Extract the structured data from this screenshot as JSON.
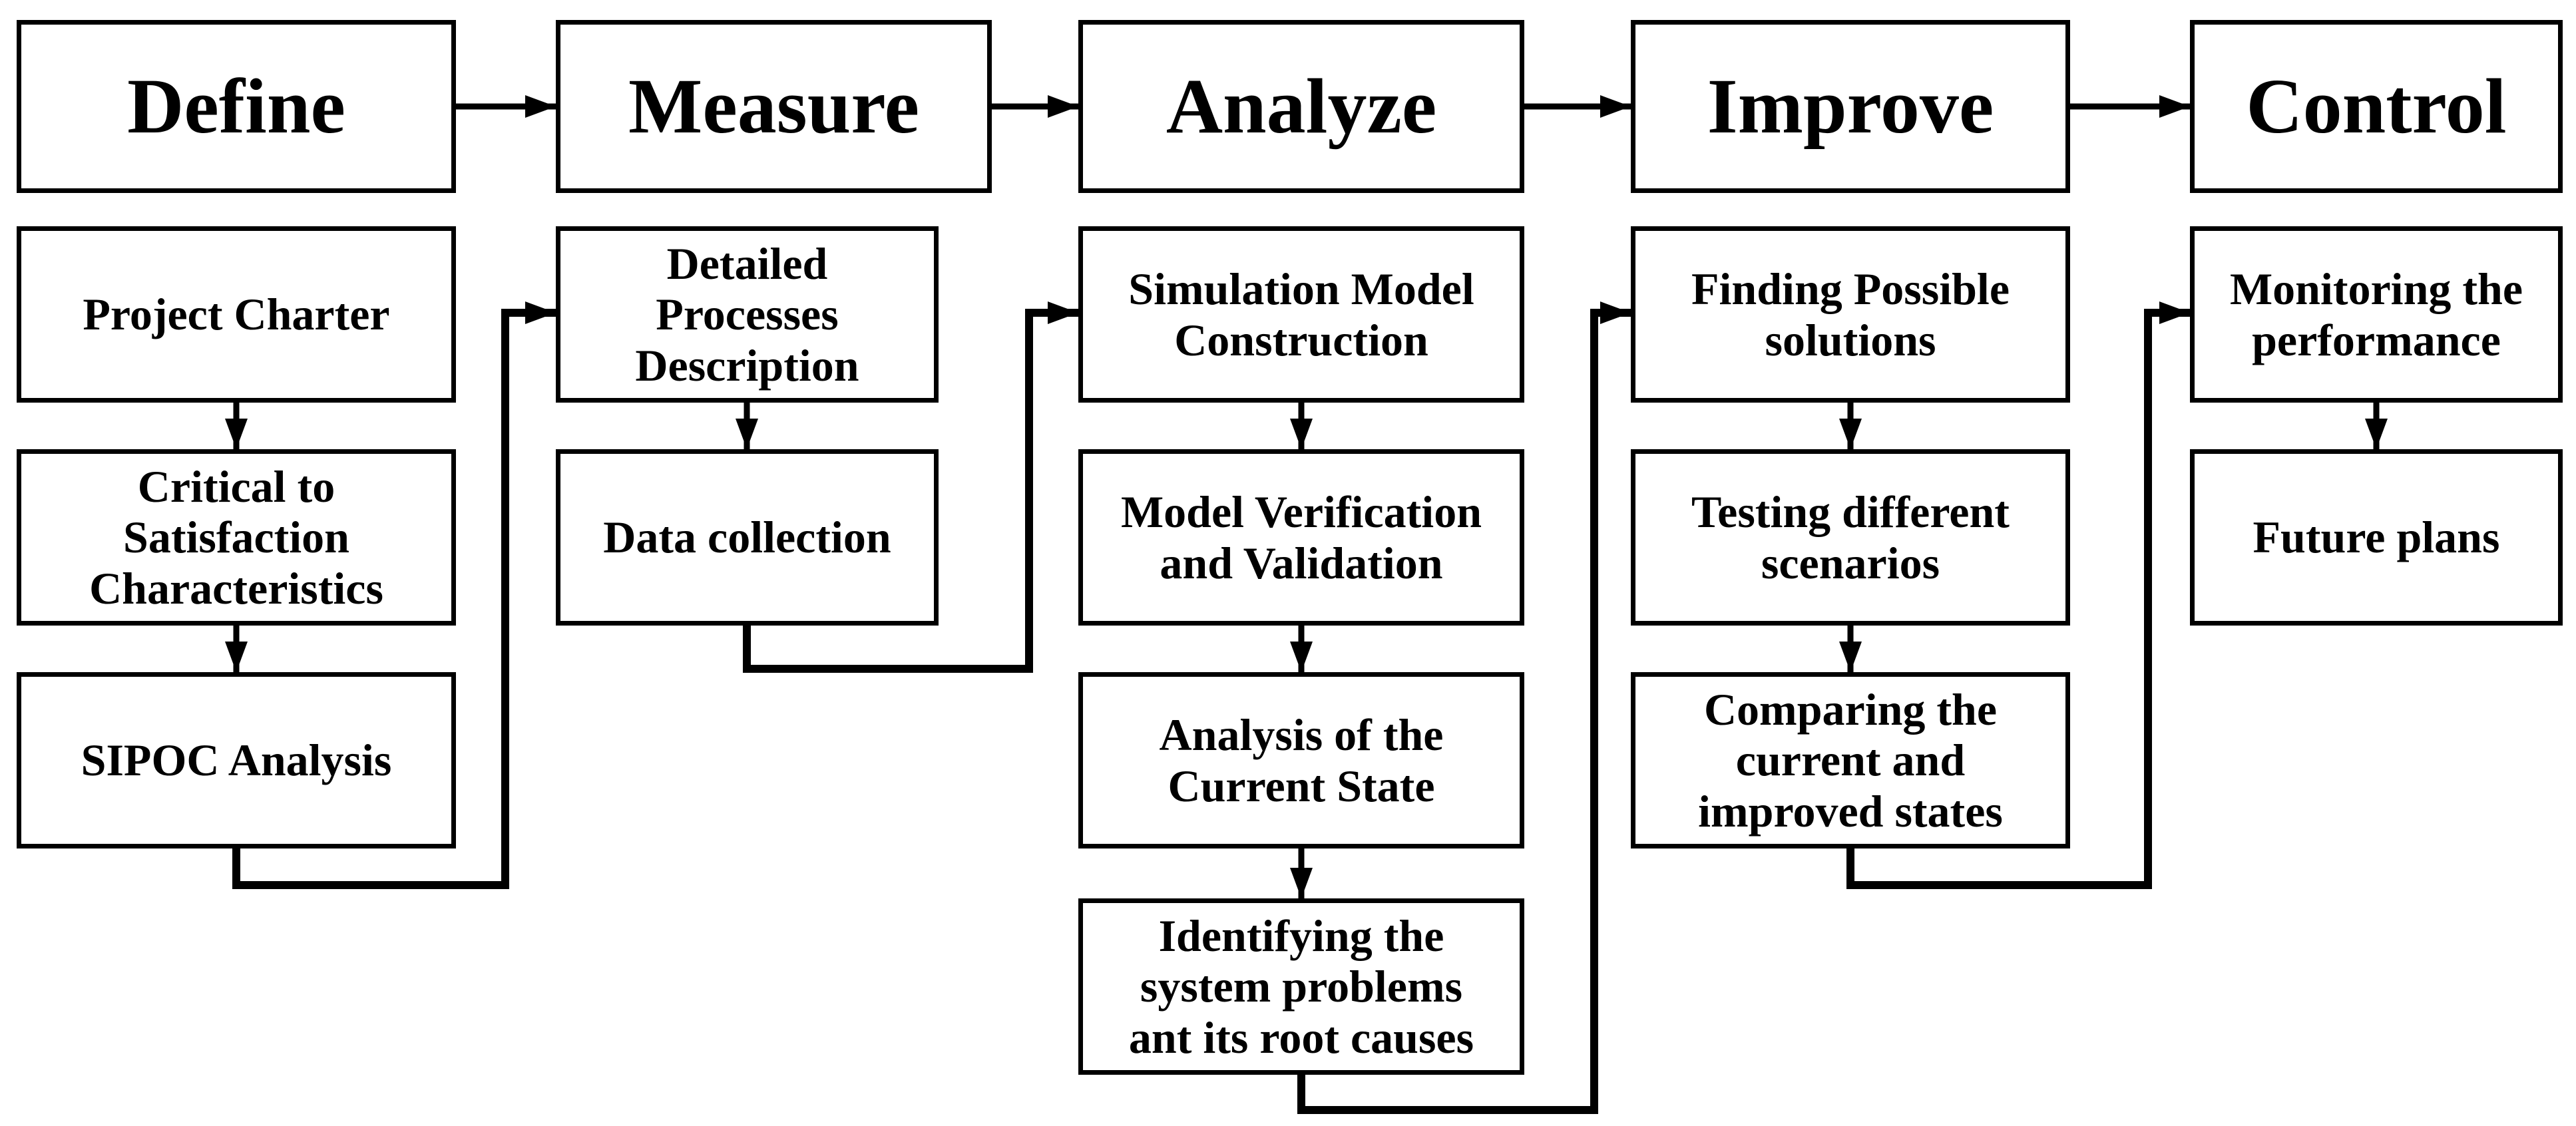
{
  "diagram": {
    "colors": {
      "line": "#000000",
      "background": "#ffffff",
      "box_fill": "#ffffff"
    },
    "phases": [
      {
        "label": "Define",
        "steps": [
          "Project Charter",
          "Critical to\nSatisfaction\nCharacteristics",
          "SIPOC Analysis"
        ]
      },
      {
        "label": "Measure",
        "steps": [
          "Detailed\nProcesses\nDescription",
          "Data collection"
        ]
      },
      {
        "label": "Analyze",
        "steps": [
          "Simulation Model\nConstruction",
          "Model Verification\nand Validation",
          "Analysis of the\nCurrent State",
          "Identifying the\nsystem problems\nant its root causes"
        ]
      },
      {
        "label": "Improve",
        "steps": [
          "Finding Possible\nsolutions",
          "Testing different\nscenarios",
          "Comparing the\ncurrent and\nimproved states"
        ]
      },
      {
        "label": "Control",
        "steps": [
          "Monitoring the\nperformance",
          "Future plans"
        ]
      }
    ]
  }
}
